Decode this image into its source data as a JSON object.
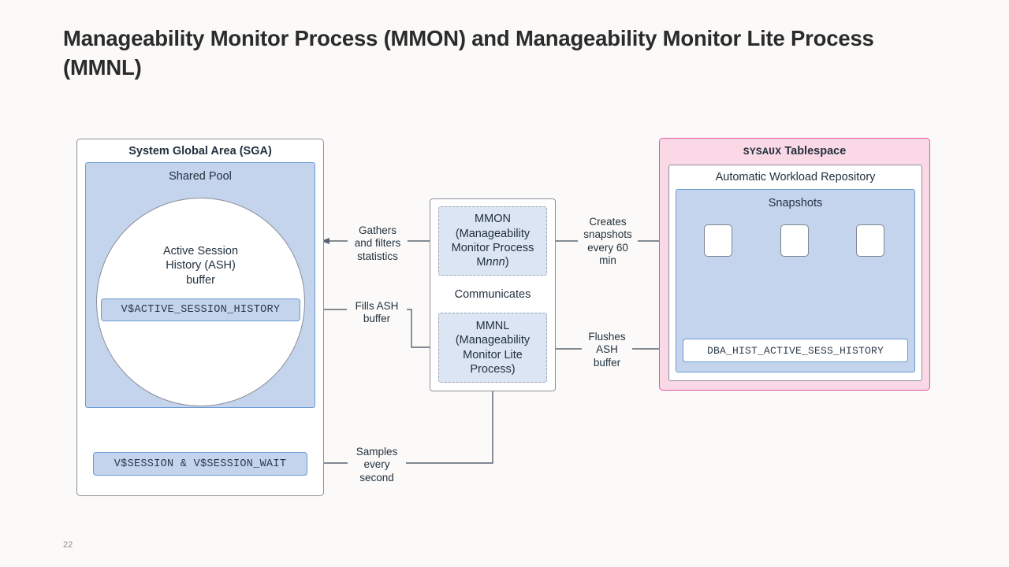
{
  "slide": {
    "title": "Manageability Monitor Process (MMON) and Manageability Monitor Lite Process (MMNL)",
    "page_number": "22",
    "background_color": "#fbfaf8"
  },
  "colors": {
    "pool_blue": "#c5d4ed",
    "pool_border": "#6c9bd2",
    "sysaux_pink": "#fbd8e6",
    "sysaux_border": "#e5559a",
    "gray_border": "#8a8f99",
    "connector": "#5a6472",
    "text": "#22313f"
  },
  "sga": {
    "title": "System Global Area (SGA)",
    "shared_pool": {
      "title": "Shared Pool",
      "ash_circle_label": "Active Session\nHistory (ASH)\nbuffer",
      "ash_circle_label_lines": [
        "Active Session",
        "History (ASH)",
        "buffer"
      ],
      "view_chip": "V$ACTIVE_SESSION_HISTORY"
    },
    "session_chip": "V$SESSION & V$SESSION_WAIT"
  },
  "processes": {
    "mmon": {
      "name": "MMON",
      "description_line1": "(Manageability",
      "description_line2": "Monitor Process",
      "description_line3_prefix": "M",
      "description_line3_italic": "nnn",
      "description_line3_suffix": ")"
    },
    "communicates_label": "Communicates",
    "mmnl": {
      "name": "MMNL",
      "description_line1": "(Manageability",
      "description_line2": "Monitor Lite",
      "description_line3": "Process)"
    }
  },
  "sysaux": {
    "title_mono": "SYSAUX",
    "title_rest": " Tablespace",
    "awr_title": "Automatic Workload Repository",
    "snapshots_title": "Snapshots",
    "snapshot_count": 3,
    "history_table_chip": "DBA_HIST_ACTIVE_SESS_HISTORY"
  },
  "edges": [
    {
      "id": "gathers",
      "label": "Gathers and filters statistics",
      "lines": [
        "Gathers",
        "and filters",
        "statistics"
      ],
      "from": "MMON",
      "to": "ASH buffer"
    },
    {
      "id": "creates",
      "label": "Creates snapshots every 60 min",
      "lines": [
        "Creates",
        "snapshots",
        "every 60",
        "min"
      ],
      "from": "MMON",
      "to": "Snapshots"
    },
    {
      "id": "fills",
      "label": "Fills ASH buffer",
      "lines": [
        "Fills ASH",
        "buffer"
      ],
      "from": "MMNL",
      "to": "V$ACTIVE_SESSION_HISTORY"
    },
    {
      "id": "flushes",
      "label": "Flushes ASH buffer",
      "lines": [
        "Flushes",
        "ASH",
        "buffer"
      ],
      "from": "MMNL",
      "to": "DBA_HIST_ACTIVE_SESS_HISTORY"
    },
    {
      "id": "samples",
      "label": "Samples every second",
      "lines": [
        "Samples",
        "every",
        "second"
      ],
      "from": "MMNL",
      "to": "V$SESSION & V$SESSION_WAIT"
    }
  ]
}
